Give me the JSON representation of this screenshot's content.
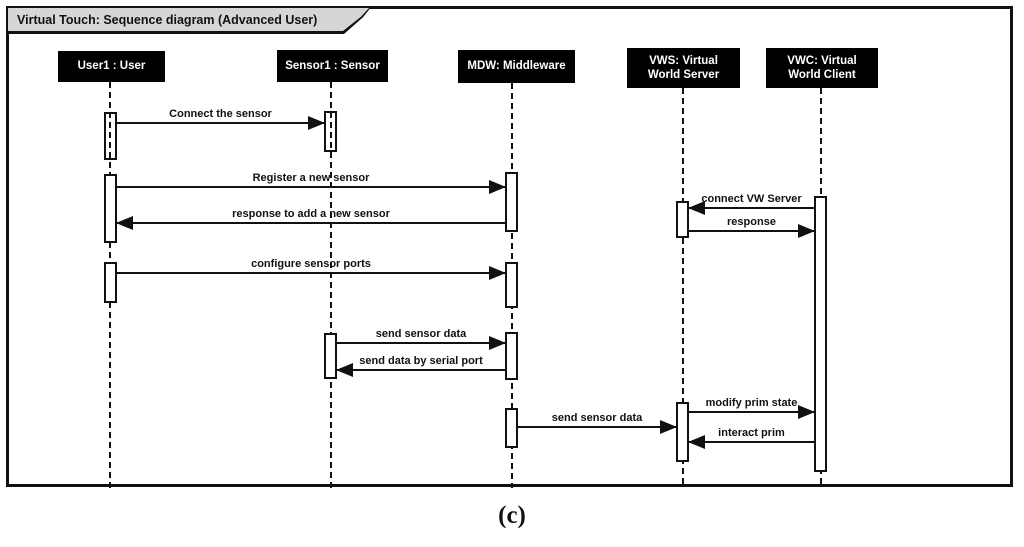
{
  "frame": {
    "title": "Virtual Touch: Sequence diagram (Advanced User)"
  },
  "caption": "(c)",
  "lifelines": [
    {
      "id": "user",
      "label": "User1 : User"
    },
    {
      "id": "sensor",
      "label": "Sensor1 : Sensor"
    },
    {
      "id": "middleware",
      "label": "MDW: Middleware"
    },
    {
      "id": "vws",
      "label": "VWS: Virtual World Server"
    },
    {
      "id": "vwc",
      "label": "VWC: Virtual World Client"
    }
  ],
  "messages": [
    {
      "label": "Connect the sensor",
      "from": "user",
      "to": "sensor"
    },
    {
      "label": "Register a new sensor",
      "from": "user",
      "to": "middleware"
    },
    {
      "label": "connect VW Server",
      "from": "vwc",
      "to": "vws"
    },
    {
      "label": "response to add a new sensor",
      "from": "middleware",
      "to": "user"
    },
    {
      "label": "response",
      "from": "vws",
      "to": "vwc"
    },
    {
      "label": "configure sensor ports",
      "from": "user",
      "to": "middleware"
    },
    {
      "label": "send sensor data",
      "from": "sensor",
      "to": "middleware"
    },
    {
      "label": "send data by serial port",
      "from": "middleware",
      "to": "sensor"
    },
    {
      "label": "modify prim state",
      "from": "vws",
      "to": "vwc"
    },
    {
      "label": "send sensor data",
      "from": "middleware",
      "to": "vws"
    },
    {
      "label": "interact prim",
      "from": "vwc",
      "to": "vws"
    }
  ],
  "colors": {
    "line": "#111111",
    "tab_bg": "#d6d6d6",
    "header_bg": "#000000",
    "header_text": "#ffffff",
    "background": "#ffffff"
  }
}
